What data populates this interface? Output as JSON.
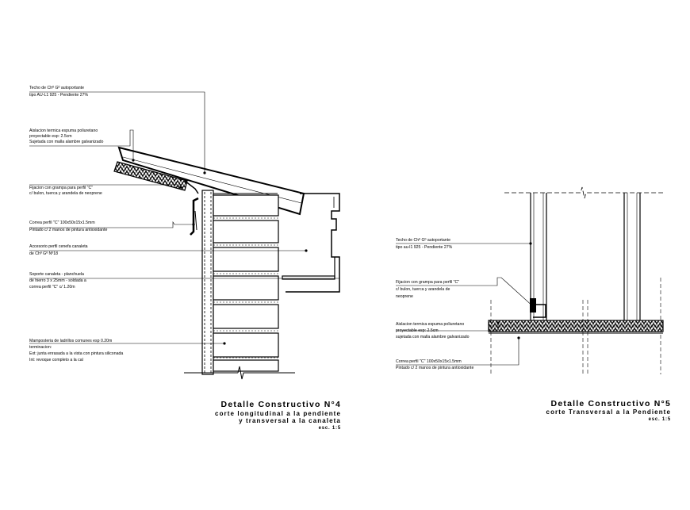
{
  "detail4": {
    "labels": {
      "techo_1": "Techo de Chº Gº autoportante",
      "techo_2": "tipo AU-L1 925 - Pendiente 27%",
      "aislacion_1": "Aislacion termica espuma poliuretano",
      "aislacion_2": "proyectable esp: 2.5cm",
      "aislacion_3": "Sujetada con malla alambre galvanizado",
      "fijacion_1": "Fijacion con grampa para perfil \"C\"",
      "fijacion_2": "c/ bulon, tuerca y arandela de neoprene",
      "correa_1": "Correa perfil \"C\" 100x50x15x1.5mm",
      "correa_2": "Pintado c/ 2 manos de pintura antioxidante",
      "accesorio_1": "Accesorio perfil cenefa canaleta",
      "accesorio_2": "de Chº Gº Nº18",
      "soporte_1": "Soporte canaleta - planchuela",
      "soporte_2": "de hierro 3 x 25mm - soldada a",
      "soporte_3": "correa perfil \"C\"  c/ 1.20m",
      "mamposteria_1": "Mamposteria de ladrillos comunes esp 0.20m",
      "mamposteria_2": "terminacion:",
      "mamposteria_3": "Ext: junta enrasada a la vista con pintura siliconada",
      "mamposteria_4": "Int: revoque completo a la cal"
    },
    "title": "Detalle Constructivo N°4",
    "subtitle_1": "corte longitudinal a la pendiente",
    "subtitle_2": "y transversal a la canaleta",
    "scale": "esc. 1:5"
  },
  "detail5": {
    "labels": {
      "techo_1": "Techo de Chº Gº autoportante",
      "techo_2": "tipo au-l1 925 - Pendiente 27%",
      "fijacion_1": "Fijacion con grampa para perfil \"C\"",
      "fijacion_2": "c/ bulon, tuerca y arandela de",
      "fijacion_3": "neoprene",
      "aislacion_1": "Aislacion termica espuma poliuretano",
      "aislacion_2": "proyectable esp: 2.5cm",
      "aislacion_3": "sujetada con malla alambre galvanizado",
      "correa_1": "Correa perfil \"C\" 100x50x15x1.5mm",
      "correa_2": "Pintado c/ 2 manos de pintura antioxidante"
    },
    "title": "Detalle Constructivo N°5",
    "subtitle": "corte Transversal a la Pendiente",
    "scale": "esc. 1:5"
  }
}
